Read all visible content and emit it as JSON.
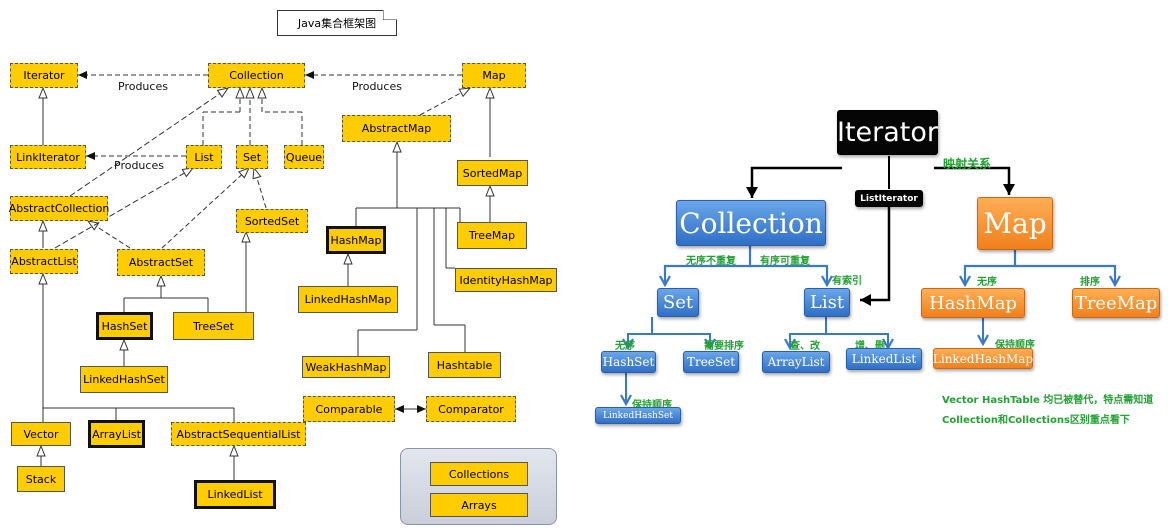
{
  "left_diagram": {
    "title": "Java集合框架图",
    "rel_produces": "Produces",
    "iterator": "Iterator",
    "collection": "Collection",
    "map": "Map",
    "linkiterator": "LinkIterator",
    "list": "List",
    "set": "Set",
    "queue": "Queue",
    "abstractmap": "AbstractMap",
    "sortedmap": "SortedMap",
    "abstractcollection": "AbstractCollection",
    "sortedset": "SortedSet",
    "abstractlist": "AbstractList",
    "abstractset": "AbstractSet",
    "hashmap": "HashMap",
    "treemap": "TreeMap",
    "identityhashmap": "IdentityHashMap",
    "linkedhashmap": "LinkedHashMap",
    "hashset": "HashSet",
    "treeset": "TreeSet",
    "linkedhashset": "LinkedHashSet",
    "weakhashmap": "WeakHashMap",
    "hashtable": "Hashtable",
    "comparable": "Comparable",
    "comparator": "Comparator",
    "vector": "Vector",
    "arraylist": "ArrayList",
    "abstractsequentiallist": "AbstractSequentialList",
    "stack": "Stack",
    "linkedlist": "LinkedList",
    "collections": "Collections",
    "arrays": "Arrays"
  },
  "right_diagram": {
    "iterator": "Iterator",
    "mapping": "映射关系",
    "listiterator": "ListIterator",
    "collection": "Collection",
    "map": "Map",
    "unordered_no_dup": "无序不重复",
    "ordered_dup": "有序可重复",
    "indexed": "有索引",
    "unordered_map": "无序",
    "sorted_map": "排序",
    "set": "Set",
    "list": "List",
    "hashmap": "HashMap",
    "treemap": "TreeMap",
    "unordered_set": "无序",
    "need_sort": "需要排序",
    "query_modify": "查、改",
    "add_delete": "增、删",
    "keep_order_map": "保持顺序",
    "hashset": "HashSet",
    "treeset": "TreeSet",
    "arraylist": "ArrayList",
    "linkedlist": "LinkedList",
    "linkedhashmap": "LinkedHashMap",
    "keep_order_set": "保持顺序",
    "linkedhashset": "LinkedHashSet",
    "note_line1": "Vector HashTable 均已被替代，特点需知道",
    "note_line2": "Collection和Collections区别重点看下"
  },
  "colors": {
    "yellow_box": "#ffcc00",
    "blue_box": "#3b7dd8",
    "orange_box": "#f58a22",
    "label_green": "#22a233"
  }
}
